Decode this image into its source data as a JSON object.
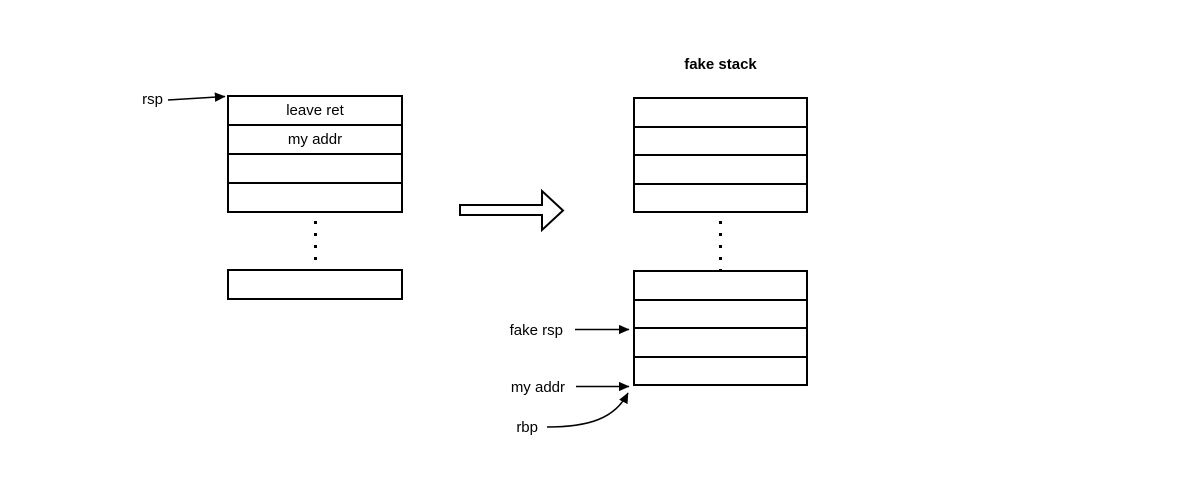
{
  "diagram": {
    "background_color": "#ffffff",
    "line_color": "#000000",
    "left_stack": {
      "pointer_label": "rsp",
      "rows": [
        "leave ret",
        "my addr",
        "",
        ""
      ],
      "detached_row": ""
    },
    "transform_arrow_icon": "hollow-right-arrow",
    "right_stack": {
      "title": "fake stack",
      "upper_rows": [
        "",
        "",
        "",
        ""
      ],
      "lower_rows": [
        "",
        "",
        "",
        ""
      ],
      "fake_rsp_label": "fake rsp",
      "my_addr_label": "my addr",
      "rbp_label": "rbp"
    }
  }
}
